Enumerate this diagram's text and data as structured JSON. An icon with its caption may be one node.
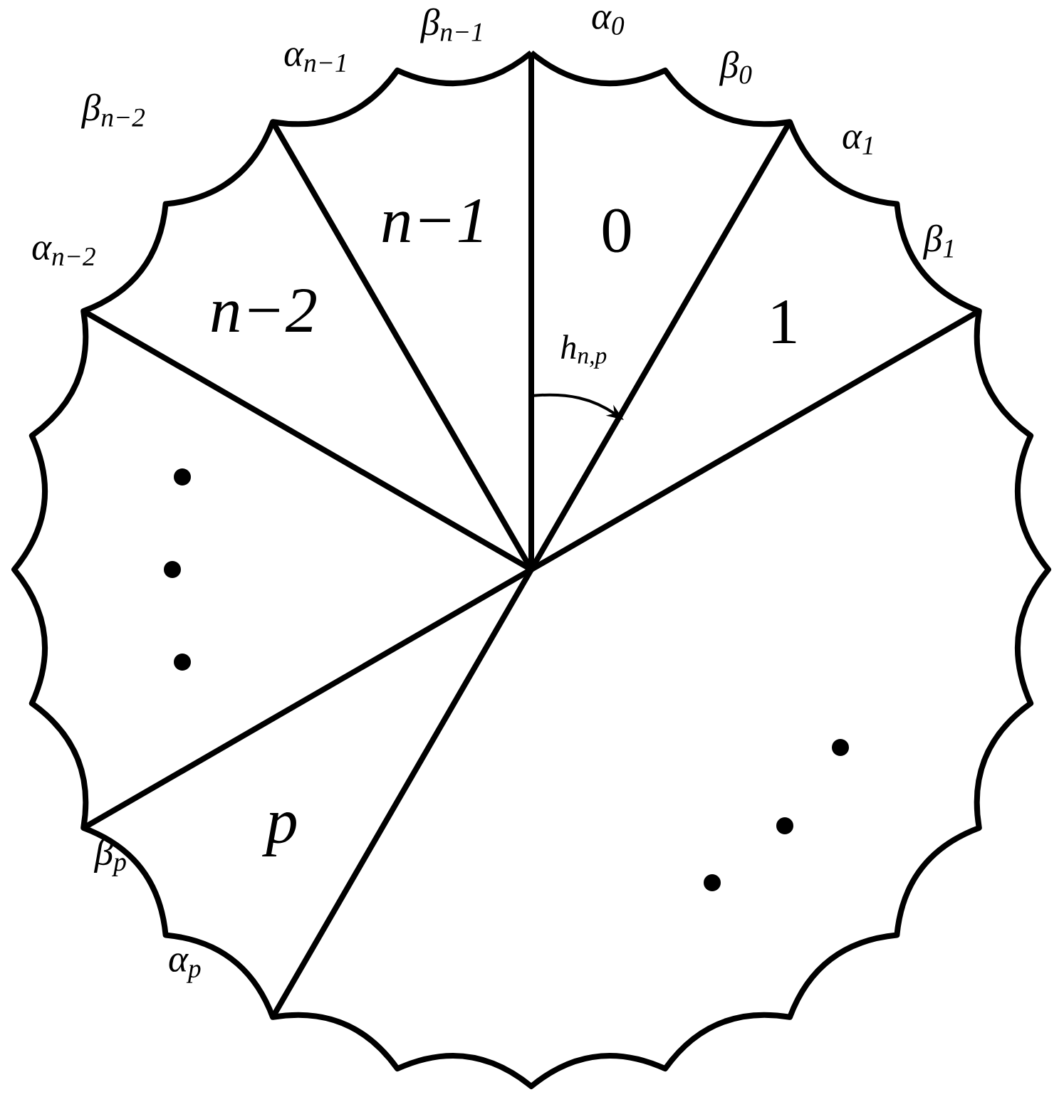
{
  "diagram": {
    "labels": [
      "β$_{n−1}$",
      "α$_{0}$",
      "α$_{n−1}$",
      "β$_{0}$",
      "β$_{n−2}$",
      "α$_{1}$",
      "α$_{n−2}$",
      "β$_{1}$",
      "n−1",
      "0",
      "n−2",
      "1",
      "h$_{n,p}$",
      "p",
      "β$_{p}$",
      "α$_{p}$"
    ]
  }
}
